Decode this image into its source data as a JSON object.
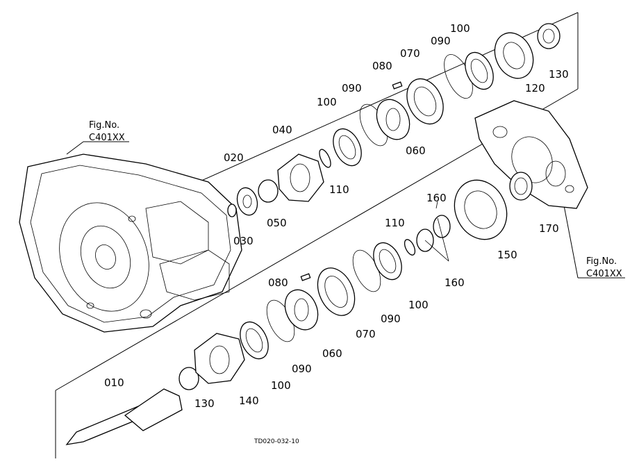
{
  "figure_refs": {
    "top": "Fig.No. C401XX",
    "right": "Fig.No. C401XX"
  },
  "fig_lines": [
    "Fig.No.",
    "C401XX"
  ],
  "labels": {
    "p010": "010",
    "p020": "020",
    "p030": "030",
    "p040": "040",
    "p050": "050",
    "p060_top": "060",
    "p060_bot": "060",
    "p070_top": "070",
    "p070_bot": "070",
    "p080_top": "080",
    "p080_bot": "080",
    "p090_top1": "090",
    "p090_top2": "090",
    "p090_bot1": "090",
    "p090_bot2": "090",
    "p100_top1": "100",
    "p100_top2": "100",
    "p100_bot1": "100",
    "p100_bot2": "100",
    "p110_top": "110",
    "p110_bot": "110",
    "p120": "120",
    "p130_top": "130",
    "p130_bot": "130",
    "p140": "140",
    "p150": "150",
    "p160_a": "160",
    "p160_b": "160",
    "p170": "170"
  },
  "drawing_code": "TD020-032-10"
}
